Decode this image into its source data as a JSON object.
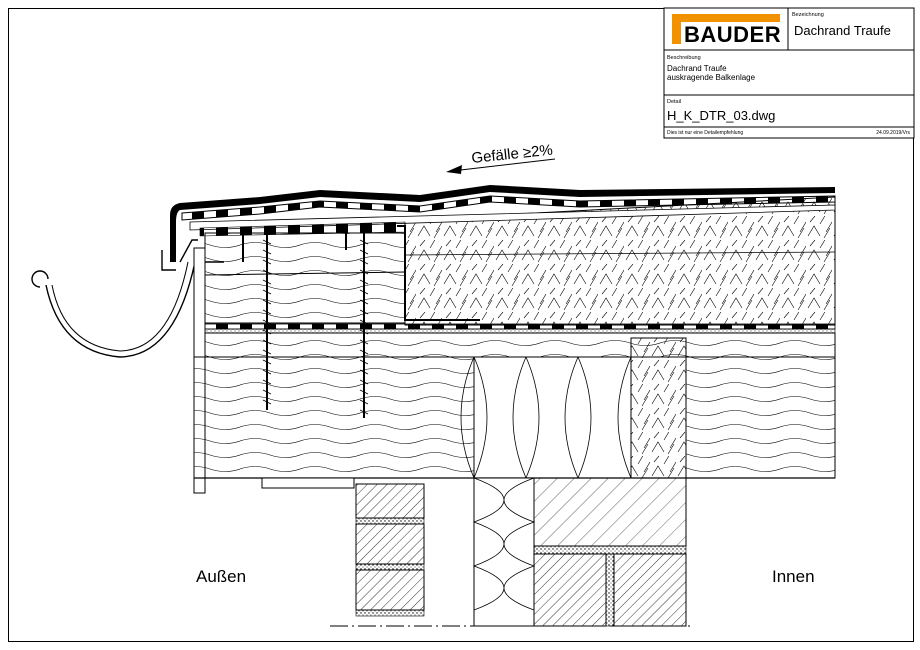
{
  "titleblock": {
    "logo_text": "BAUDER",
    "bezeichnung_label": "Bezeichnung",
    "bezeichnung_value": "Dachrand Traufe",
    "beschreibung_label": "Beschreibung",
    "beschreibung_line1": "Dachrand Traufe",
    "beschreibung_line2": "auskragende Balkenlage",
    "detail_label": "Detail",
    "detail_value": "H_K_DTR_03.dwg",
    "footer_note": "Dies ist nur eine Detailempfehlung",
    "footer_date": "24.09.2019/Vrs"
  },
  "drawing": {
    "slope_label": "Gefälle ≥2%",
    "label_outside": "Außen",
    "label_inside": "Innen"
  },
  "colors": {
    "logo_orange": "#f39200",
    "line": "#000000"
  }
}
